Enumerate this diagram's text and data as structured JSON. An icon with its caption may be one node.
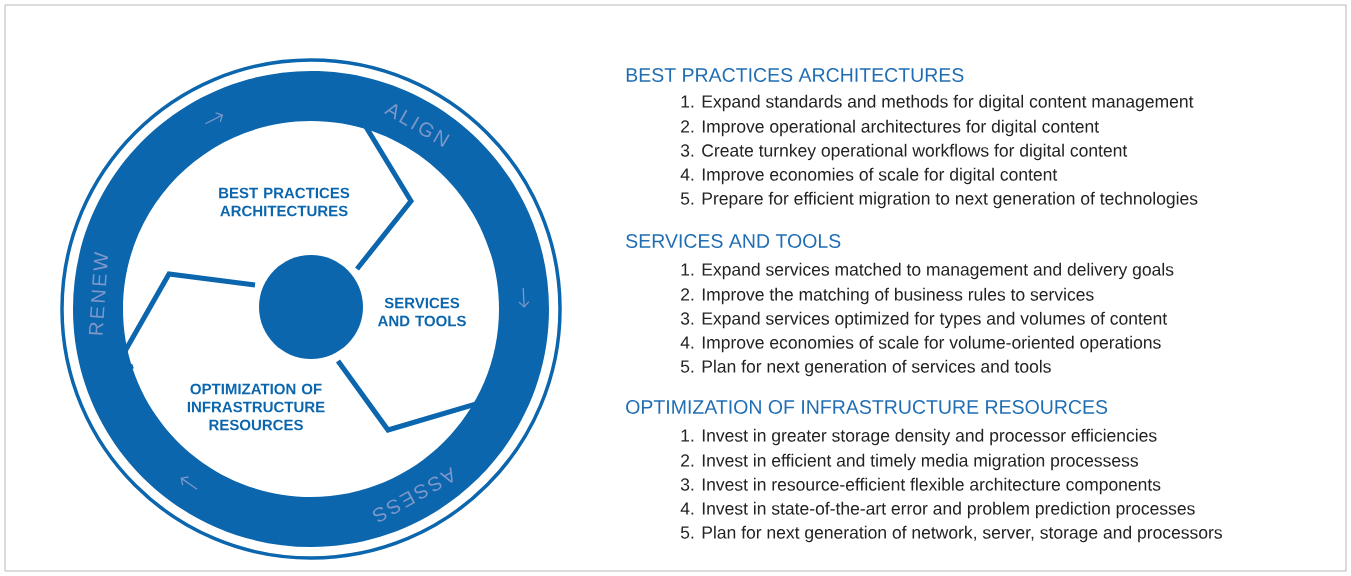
{
  "diagram": {
    "nodes": [
      {
        "text": [
          "ALIGN",
          "ASSESS",
          "RENEW"
        ]
      },
      {
        "text": [
          "BEST PRACTICES ARCHITECTURES"
        ],
        "in": 0
      },
      {
        "text": [
          "SERVICES AND TOOLS"
        ],
        "in": 0
      },
      {
        "text": [
          "OPTIMIZATION OF INFRASTRUCTURE RESOURCES"
        ],
        "in": 0
      },
      {
        "text": [],
        "shape": "circle",
        "in": 0
      }
    ],
    "labels": [
      "BEST PRACTICES ARCHITECTURES",
      "1. Expand standards and methods for digital content management",
      "2. Improve operational architectures for digital content",
      "3. Create turnkey operational workflows for digital content",
      "4. Improve economies of scale for digital content",
      "5. Prepare for efficient migration to next generation of technologies",
      "SERVICES AND TOOLS",
      "1. Expand services matched to management and delivery goals",
      "2. Improve the matching of business rules to services",
      "3. Expand services optimized for types and volumes of content",
      "4. Improve economies of scale for volume-oriented operations",
      "5. Plan for next generation of services and tools",
      "OPTIMIZATION OF INFRASTRUCTURE RESOURCES",
      "1. Invest in greater storage density and processor efficiencies",
      "2. Invest in efficient and timely media migration processess",
      "3. Invest in resource-efficient flexible architecture components",
      "4. Invest in state-of-the-art error and problem prediction processes",
      "5. Plan for next generation of network, server, storage and processors"
    ]
  }
}
